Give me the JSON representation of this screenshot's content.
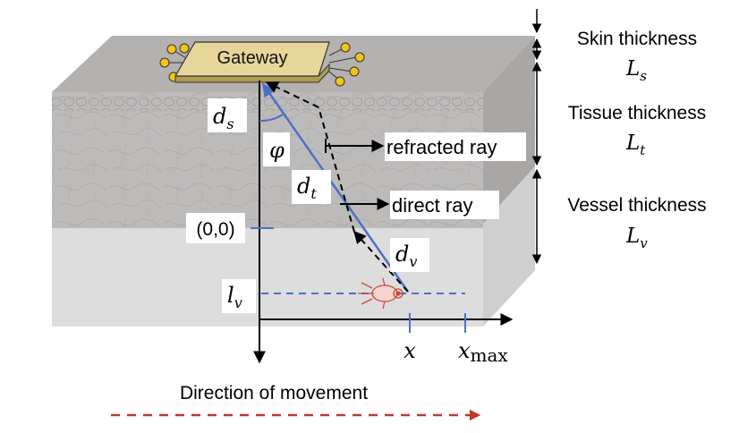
{
  "gateway": {
    "label": "Gateway"
  },
  "symbols": {
    "phi": "φ",
    "d_s": {
      "base": "d",
      "sub": "s"
    },
    "d_t": {
      "base": "d",
      "sub": "t"
    },
    "d_v": {
      "base": "d",
      "sub": "v"
    },
    "l_v": {
      "base": "l",
      "sub": "v"
    },
    "origin": "(0,0)",
    "x": "x",
    "x_max": {
      "base": "x",
      "sub": "max"
    }
  },
  "rays": {
    "refracted": "refracted ray",
    "direct": "direct ray"
  },
  "layers": [
    {
      "title": "Skin thickness",
      "symbol_base": "L",
      "symbol_sub": "s"
    },
    {
      "title": "Tissue thickness",
      "symbol_base": "L",
      "symbol_sub": "t"
    },
    {
      "title": "Vessel thickness",
      "symbol_base": "L",
      "symbol_sub": "v"
    }
  ],
  "movement": {
    "label": "Direction of movement"
  },
  "colors": {
    "direct_ray": "#4a72c4",
    "dashed_line": "#4a72c4",
    "movement_arrow": "#c0392b",
    "gateway_fill": "#e8d59a",
    "node": "#f0c419",
    "robot": "#d2463a"
  }
}
